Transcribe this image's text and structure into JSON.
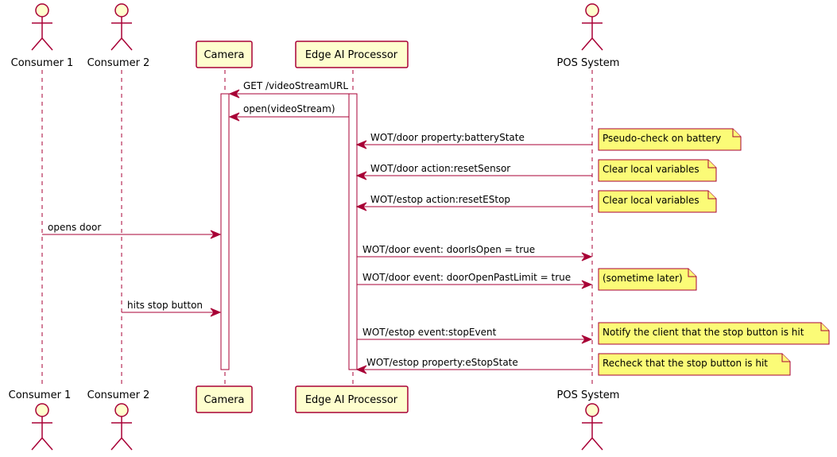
{
  "participants": [
    {
      "id": "consumer1",
      "label": "Consumer 1",
      "kind": "actor"
    },
    {
      "id": "consumer2",
      "label": "Consumer 2",
      "kind": "actor"
    },
    {
      "id": "camera",
      "label": "Camera",
      "kind": "participant"
    },
    {
      "id": "edge",
      "label": "Edge AI Processor",
      "kind": "participant"
    },
    {
      "id": "pos",
      "label": "POS System",
      "kind": "actor"
    }
  ],
  "messages": [
    {
      "from": "edge",
      "to": "camera",
      "label": "GET /videoStreamURL"
    },
    {
      "from": "edge",
      "to": "camera",
      "label": "open(videoStream)"
    },
    {
      "from": "pos",
      "to": "edge",
      "label": "WOT/door property:batteryState",
      "note": "Pseudo-check on battery"
    },
    {
      "from": "pos",
      "to": "edge",
      "label": "WOT/door action:resetSensor",
      "note": "Clear local variables"
    },
    {
      "from": "pos",
      "to": "edge",
      "label": "WOT/estop action:resetEStop",
      "note": "Clear local variables"
    },
    {
      "from": "consumer1",
      "to": "camera",
      "label": "opens door"
    },
    {
      "from": "edge",
      "to": "pos",
      "label": "WOT/door event: doorIsOpen = true"
    },
    {
      "from": "edge",
      "to": "pos",
      "label": "WOT/door event: doorOpenPastLimit = true",
      "note": "(sometime later)"
    },
    {
      "from": "consumer2",
      "to": "camera",
      "label": "hits stop button"
    },
    {
      "from": "edge",
      "to": "pos",
      "label": "WOT/estop event:stopEvent",
      "note": "Notify the client that the stop button is hit"
    },
    {
      "from": "pos",
      "to": "edge",
      "label": "WOT/estop property:eStopState",
      "note": "Recheck that the stop button is hit"
    }
  ]
}
